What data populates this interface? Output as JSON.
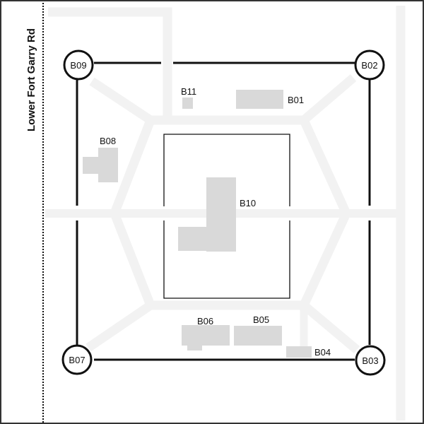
{
  "map": {
    "road_label": "Lower Fort Garry Rd",
    "colors": {
      "path": "#f2f2f2",
      "building": "#d9d9d9",
      "line": "#111111",
      "border": "#333333"
    },
    "nodes": [
      {
        "id": "B09",
        "label": "B09"
      },
      {
        "id": "B02",
        "label": "B02"
      },
      {
        "id": "B07",
        "label": "B07"
      },
      {
        "id": "B03",
        "label": "B03"
      }
    ],
    "buildings": [
      {
        "id": "B01",
        "label": "B01"
      },
      {
        "id": "B04",
        "label": "B04"
      },
      {
        "id": "B05",
        "label": "B05"
      },
      {
        "id": "B06",
        "label": "B06"
      },
      {
        "id": "B08",
        "label": "B08"
      },
      {
        "id": "B10",
        "label": "B10"
      },
      {
        "id": "B11",
        "label": "B11"
      }
    ]
  }
}
